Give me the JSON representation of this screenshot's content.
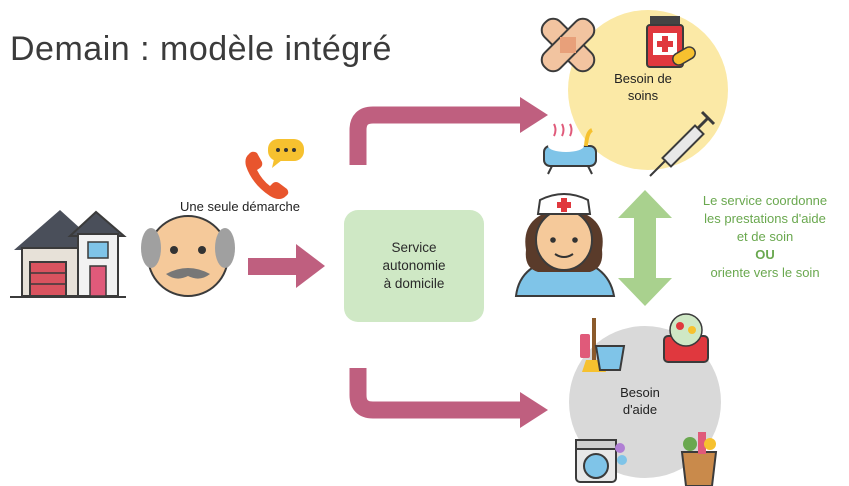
{
  "title": "Demain : modèle intégré",
  "single_step_label": "Une seule démarche",
  "service": {
    "line1": "Service",
    "line2": "autonomie",
    "line3": "à domicile"
  },
  "care_need": {
    "line1": "Besoin de",
    "line2": "soins"
  },
  "help_need": {
    "line1": "Besoin",
    "line2": "d'aide"
  },
  "coordination": {
    "line1": "Le service coordonne",
    "line2": "les prestations d'aide",
    "line3": "et de soin",
    "line4": "OU",
    "line5": "oriente vers le soin"
  },
  "colors": {
    "arrow": "#bf5f7f",
    "service_box": "#cfe8c5",
    "care_circle": "#fbe9a6",
    "help_circle": "#d9d9d9",
    "double_arrow": "#a9d18e",
    "coordination_text": "#6aa84f"
  },
  "icons": {
    "house": "house-icon",
    "elder": "elderly-man-icon",
    "phone": "phone-chat-icon",
    "nurse": "nurse-icon",
    "bandage": "bandage-icon",
    "medicine": "medicine-bottle-icon",
    "syringe": "syringe-icon",
    "bath": "bathtub-icon",
    "cleaning": "cleaning-bucket-icon",
    "cooking": "cooking-pot-icon",
    "laundry": "washing-machine-icon",
    "groceries": "grocery-bag-icon"
  }
}
